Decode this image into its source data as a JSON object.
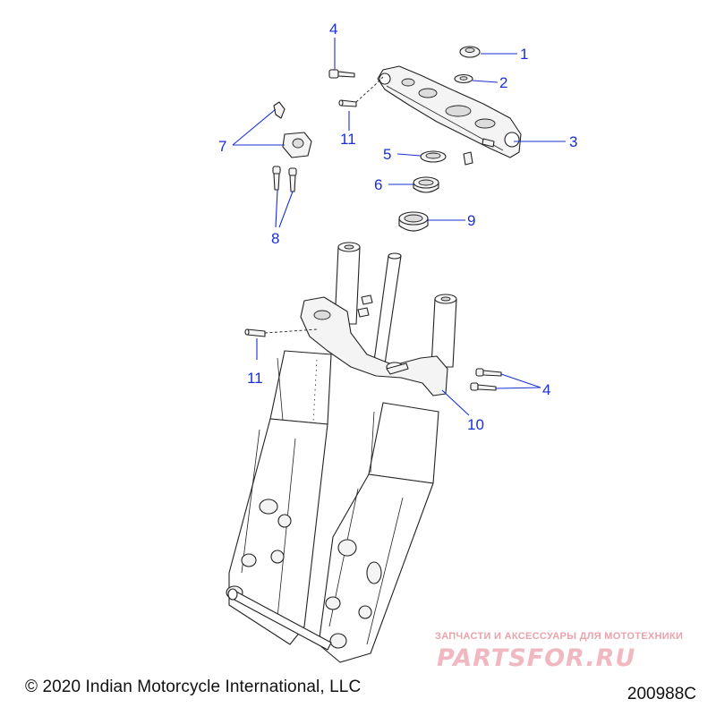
{
  "callouts": {
    "c1": "1",
    "c2": "2",
    "c3": "3",
    "c4a": "4",
    "c4b": "4",
    "c5": "5",
    "c6": "6",
    "c7": "7",
    "c8": "8",
    "c9": "9",
    "c10": "10",
    "c11a": "11",
    "c11b": "11"
  },
  "footer": {
    "copyright": "© 2020 Indian Motorcycle International, LLC",
    "figure_id": "200988C"
  },
  "watermark": {
    "tagline": "ЗАПЧАСТИ И АКСЕССУАРЫ ДЛЯ МОТОТЕХНИКИ",
    "logo": "PARTSFOR.RU"
  },
  "colors": {
    "callout": "#1a2fd6",
    "watermark": "#f0b8c0"
  }
}
